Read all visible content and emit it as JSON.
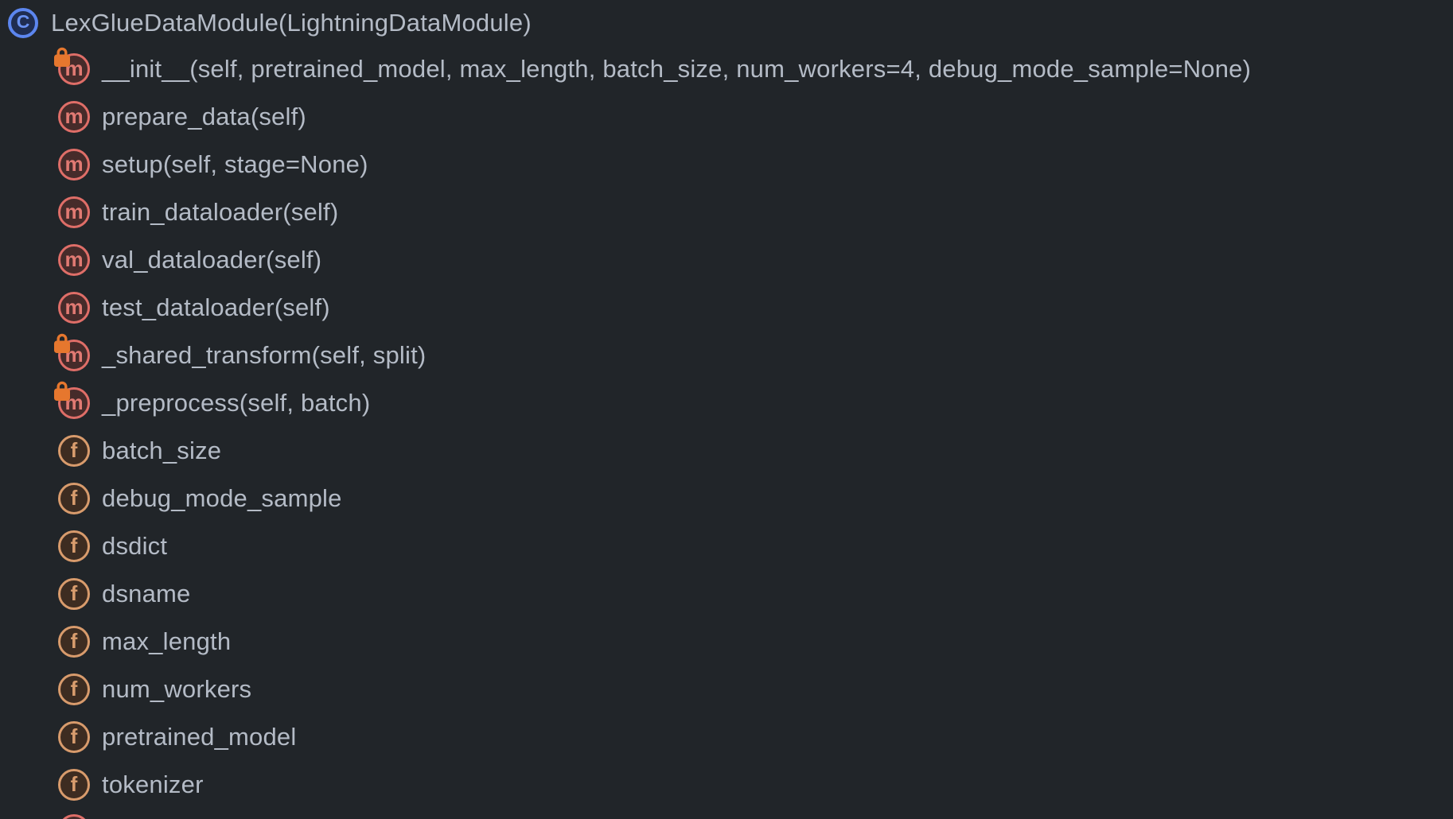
{
  "theme": {
    "background": "#212529",
    "text_color": "#b4bbc6",
    "class_color": "#5c86ef",
    "class_fill": "#1f2d51",
    "method_color": "#df6e68",
    "method_fill": "#462b2a",
    "field_color": "#d89b6c",
    "field_fill": "#3d2c21",
    "lock_color": "#e6772e"
  },
  "icons": {
    "class_letter": "C",
    "method_letter": "m",
    "field_letter": "f"
  },
  "outline": {
    "class_item": {
      "label": "LexGlueDataModule(LightningDataModule)",
      "kind": "class"
    },
    "members": [
      {
        "label": "__init__(self, pretrained_model, max_length, batch_size, num_workers=4, debug_mode_sample=None)",
        "kind": "method",
        "private": true
      },
      {
        "label": "prepare_data(self)",
        "kind": "method",
        "private": false
      },
      {
        "label": "setup(self, stage=None)",
        "kind": "method",
        "private": false
      },
      {
        "label": "train_dataloader(self)",
        "kind": "method",
        "private": false
      },
      {
        "label": "val_dataloader(self)",
        "kind": "method",
        "private": false
      },
      {
        "label": "test_dataloader(self)",
        "kind": "method",
        "private": false
      },
      {
        "label": "_shared_transform(self, split)",
        "kind": "method",
        "private": true
      },
      {
        "label": "_preprocess(self, batch)",
        "kind": "method",
        "private": true
      },
      {
        "label": "batch_size",
        "kind": "field",
        "private": false
      },
      {
        "label": "debug_mode_sample",
        "kind": "field",
        "private": false
      },
      {
        "label": "dsdict",
        "kind": "field",
        "private": false
      },
      {
        "label": "dsname",
        "kind": "field",
        "private": false
      },
      {
        "label": "max_length",
        "kind": "field",
        "private": false
      },
      {
        "label": "num_workers",
        "kind": "field",
        "private": false
      },
      {
        "label": "pretrained_model",
        "kind": "field",
        "private": false
      },
      {
        "label": "tokenizer",
        "kind": "field",
        "private": false
      }
    ],
    "partial_item": {
      "kind": "method"
    }
  }
}
